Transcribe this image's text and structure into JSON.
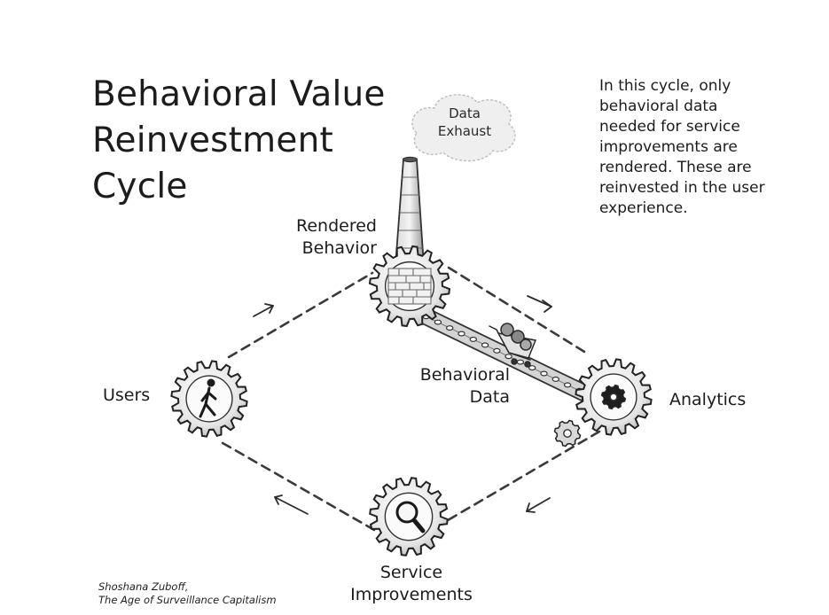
{
  "title": {
    "lines": [
      "Behavioral Value",
      "Reinvestment",
      "Cycle"
    ]
  },
  "note": "In this cycle, only behavioral data needed for service improvements are rendered. These are reinvested in the user experience.",
  "nodes": {
    "users": {
      "label": "Users",
      "icon": "walking-person-icon"
    },
    "rendered_behavior": {
      "label_lines": [
        "Rendered",
        "Behavior"
      ],
      "icon": "brick-wall-icon"
    },
    "analytics": {
      "label": "Analytics",
      "icon": "gear-icon"
    },
    "service_improvements": {
      "label_lines": [
        "Service",
        "Improvements"
      ],
      "icon": "magnifying-glass-icon"
    }
  },
  "behavioral_data": {
    "label_lines": [
      "Behavioral",
      "Data"
    ],
    "icon": "shopping-cart-icon"
  },
  "smokestack": {
    "label_lines": [
      "Data",
      "Exhaust"
    ],
    "icon": "cloud-icon"
  },
  "credit": {
    "author": "Shoshana Zuboff,",
    "work": "The Age of Surveillance Capitalism"
  },
  "colors": {
    "ink": "#1c1c1c",
    "gear_fill": "#e9e9e9",
    "pencil_gray": "#555555"
  }
}
